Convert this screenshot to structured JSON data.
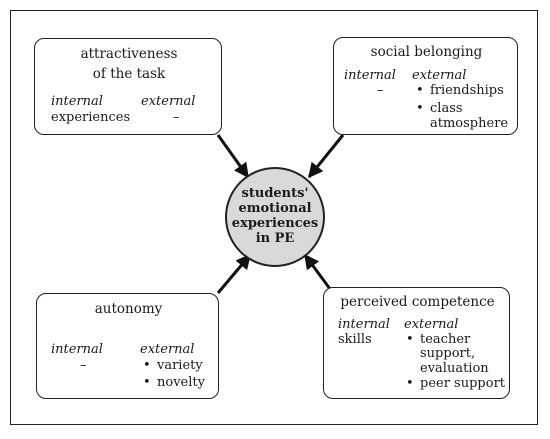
{
  "center": {
    "label": "students'\nemotional\nexperiences\nin PE"
  },
  "boxes": {
    "attractiveness": {
      "title": "attractiveness\nof the task",
      "internal_label": "internal",
      "internal_value": "experiences",
      "external_label": "external",
      "external_value": "–"
    },
    "social": {
      "title": "social belonging",
      "internal_label": "internal",
      "internal_value": "–",
      "external_label": "external",
      "external_items": [
        "friendships",
        "class\natmosphere"
      ]
    },
    "autonomy": {
      "title": "autonomy",
      "internal_label": "internal",
      "internal_value": "–",
      "external_label": "external",
      "external_items": [
        "variety",
        "novelty"
      ]
    },
    "competence": {
      "title": "perceived competence",
      "internal_label": "internal",
      "internal_value": "skills",
      "external_label": "external",
      "external_items": [
        "teacher\nsupport,\nevaluation",
        "peer support"
      ]
    }
  }
}
